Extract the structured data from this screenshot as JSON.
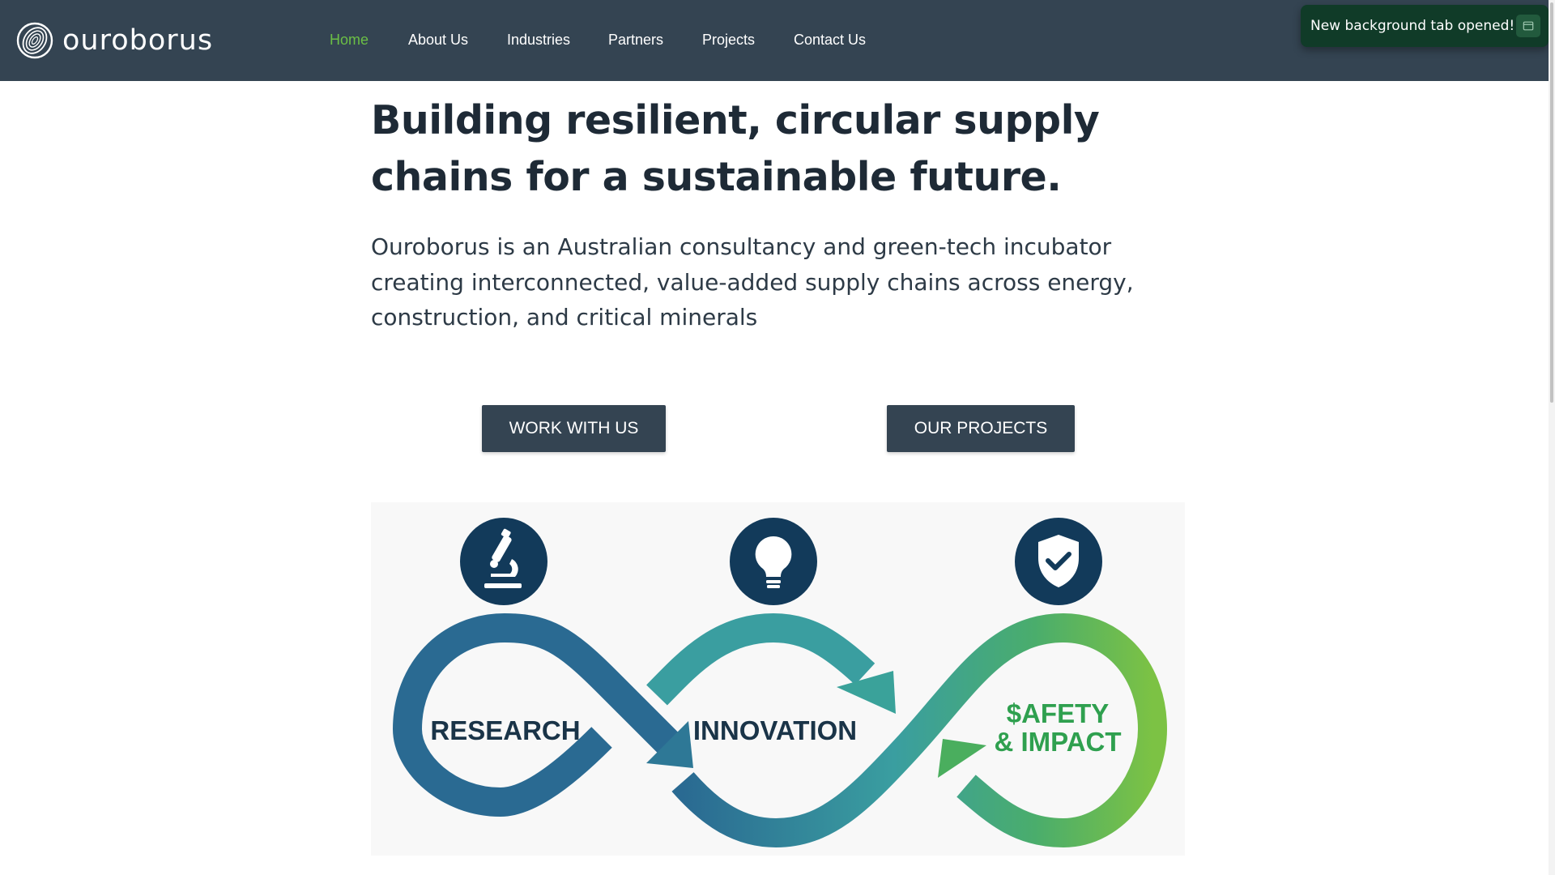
{
  "brand": {
    "name": "ouroborus",
    "logo_icon": "ouroboros-swirl-icon"
  },
  "nav": {
    "items": [
      {
        "label": "Home",
        "active": true
      },
      {
        "label": "About Us",
        "active": false
      },
      {
        "label": "Industries",
        "active": false
      },
      {
        "label": "Partners",
        "active": false
      },
      {
        "label": "Projects",
        "active": false
      },
      {
        "label": "Contact Us",
        "active": false
      }
    ]
  },
  "toast": {
    "message": "New background tab opened!",
    "icon": "tab-icon"
  },
  "hero": {
    "headline": "Building resilient, circular supply chains for a sustainable future.",
    "intro": "Ouroborus is an Australian consultancy and green-tech incubator creating interconnected, value-added supply chains across energy, construction, and critical minerals",
    "buttons": {
      "primary": "WORK WITH US",
      "secondary": "OUR PROJECTS"
    }
  },
  "diagram": {
    "stages": [
      {
        "label": "RESEARCH",
        "icon": "microscope-icon"
      },
      {
        "label": "INNOVATION",
        "icon": "lightbulb-icon"
      },
      {
        "label_line1": "$AFETY",
        "label_line2": "& IMPACT",
        "icon": "shield-check-icon"
      }
    ]
  },
  "colors": {
    "nav_bg": "#344452",
    "nav_active": "#6bbf45",
    "button_bg": "#344452",
    "heading": "#1e2a36",
    "icon_circle": "#123a5a",
    "loop_blue": "#2a6a92",
    "loop_teal": "#3a9ea0",
    "loop_green": "#7cc244",
    "toast_bg": "#103b28"
  }
}
